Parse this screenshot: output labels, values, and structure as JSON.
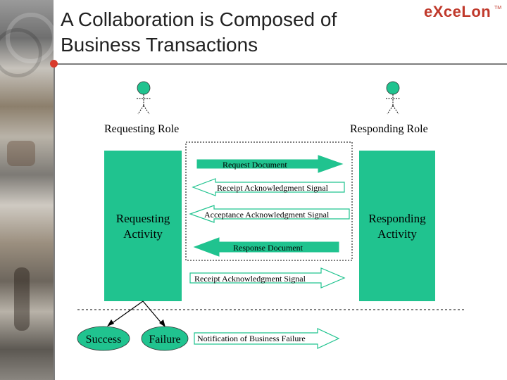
{
  "slide": {
    "title_line1": "A Collaboration is Composed of",
    "title_line2": "Business Transactions",
    "logo": "eXceLon",
    "logo_tm": "TM"
  },
  "colors": {
    "activity_fill": "#20c38f",
    "arrow_fill": "#20c38f",
    "accent_dot": "#d93a2b",
    "logo": "#c0392b"
  },
  "diagram": {
    "requesting_role": "Requesting Role",
    "responding_role": "Responding Role",
    "requesting_activity_line1": "Requesting",
    "requesting_activity_line2": "Activity",
    "responding_activity_line1": "Responding",
    "responding_activity_line2": "Activity",
    "messages": {
      "request_document": "Request Document",
      "receipt_ack_1": "Receipt Acknowledgment Signal",
      "acceptance_ack": "Acceptance Acknowledgment Signal",
      "response_document": "Response Document",
      "receipt_ack_2": "Receipt Acknowledgment Signal",
      "notification_failure": "Notification of Business Failure"
    },
    "success": "Success",
    "failure": "Failure"
  }
}
